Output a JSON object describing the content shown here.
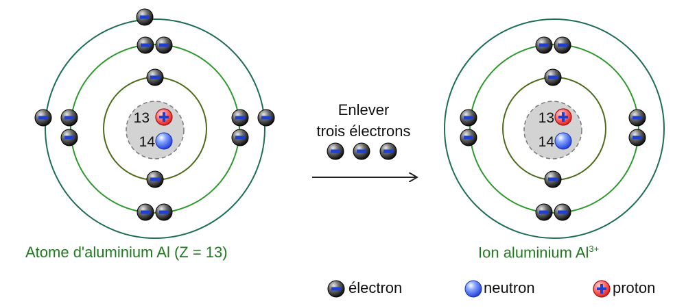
{
  "atom": {
    "caption": "Atome d'aluminium Al (Z = 13)",
    "protons": "13",
    "neutrons": "14",
    "shells": [
      2,
      8,
      3
    ]
  },
  "ion": {
    "caption_main": "Ion aluminium Al",
    "caption_charge": "3+",
    "protons": "13",
    "neutrons": "14",
    "shells": [
      2,
      8
    ]
  },
  "process": {
    "line1": "Enlever",
    "line2": "trois électrons",
    "removed_electrons": 3
  },
  "legend": {
    "electron": "électron",
    "neutron": "neutron",
    "proton": "proton"
  },
  "colors": {
    "shell_inner": "#4d6b1a",
    "shell_middle": "#2e9a2e",
    "shell_outer": "#1e6e52",
    "caption": "#1f7a1f",
    "electron_sign": "#1e3fd0",
    "proton_fill": "#e03030",
    "neutron_fill": "#2a4ee8",
    "nucleus": "#d3d3d3"
  }
}
